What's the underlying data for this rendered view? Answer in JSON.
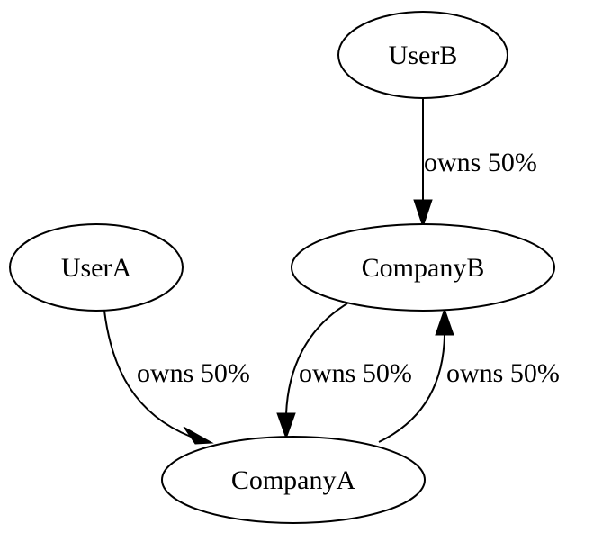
{
  "diagram": {
    "nodes": [
      {
        "id": "UserB",
        "label": "UserB"
      },
      {
        "id": "UserA",
        "label": "UserA"
      },
      {
        "id": "CompanyB",
        "label": "CompanyB"
      },
      {
        "id": "CompanyA",
        "label": "CompanyA"
      }
    ],
    "edges": [
      {
        "from": "UserB",
        "to": "CompanyB",
        "label": "owns 50%"
      },
      {
        "from": "UserA",
        "to": "CompanyA",
        "label": "owns 50%"
      },
      {
        "from": "CompanyB",
        "to": "CompanyA",
        "label": "owns 50%"
      },
      {
        "from": "CompanyA",
        "to": "CompanyB",
        "label": "owns 50%"
      }
    ],
    "colors": {
      "stroke": "#000000",
      "fill": "#ffffff",
      "text": "#000000"
    }
  }
}
